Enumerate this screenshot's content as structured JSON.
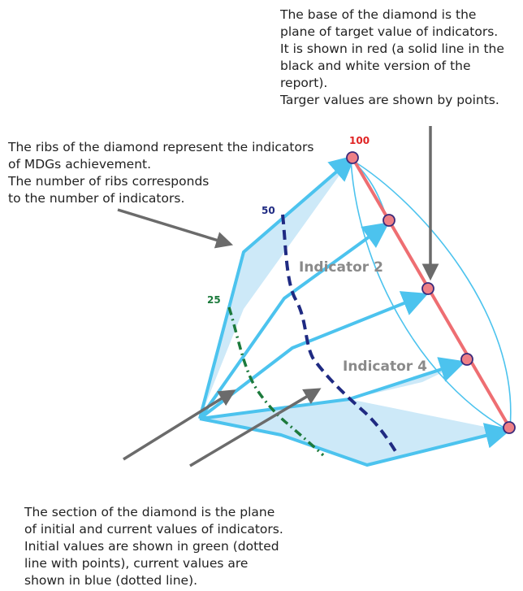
{
  "notes": {
    "top": "The base of the diamond is the\nplane of target value of indicators.\nIt is shown in red (a solid line in the\nblack and white version of the report).\nTarger values are shown by points.",
    "left": " The ribs of the diamond represent the indicators\nof MDGs achievement.\nThe number of ribs corresponds\nto the number of indicators.",
    "bottom": "The section of the diamond is the plane\nof initial and current values of indicators.\nInitial values are shown in green (dotted\nline with points), current values are\nshown in blue (dotted line)."
  },
  "labels": {
    "value_100": "100",
    "value_50": "50",
    "value_25": "25",
    "indicator_2": "Indicator 2",
    "indicator_4": "Indicator 4"
  },
  "colors": {
    "rib": "#4cc3ee",
    "fill": "#cde9f8",
    "target_line": "#ee6e72",
    "target_point": "#ee7f86",
    "point_outline": "#3a2a7a",
    "current_line": "#1f2a82",
    "initial_line": "#1c7a3c",
    "arrow": "#6b6b6b",
    "label_100": "#e02424",
    "label_50": "#1f2a82",
    "label_25": "#1c7a3c",
    "indicator_text": "#8a8a8a"
  }
}
